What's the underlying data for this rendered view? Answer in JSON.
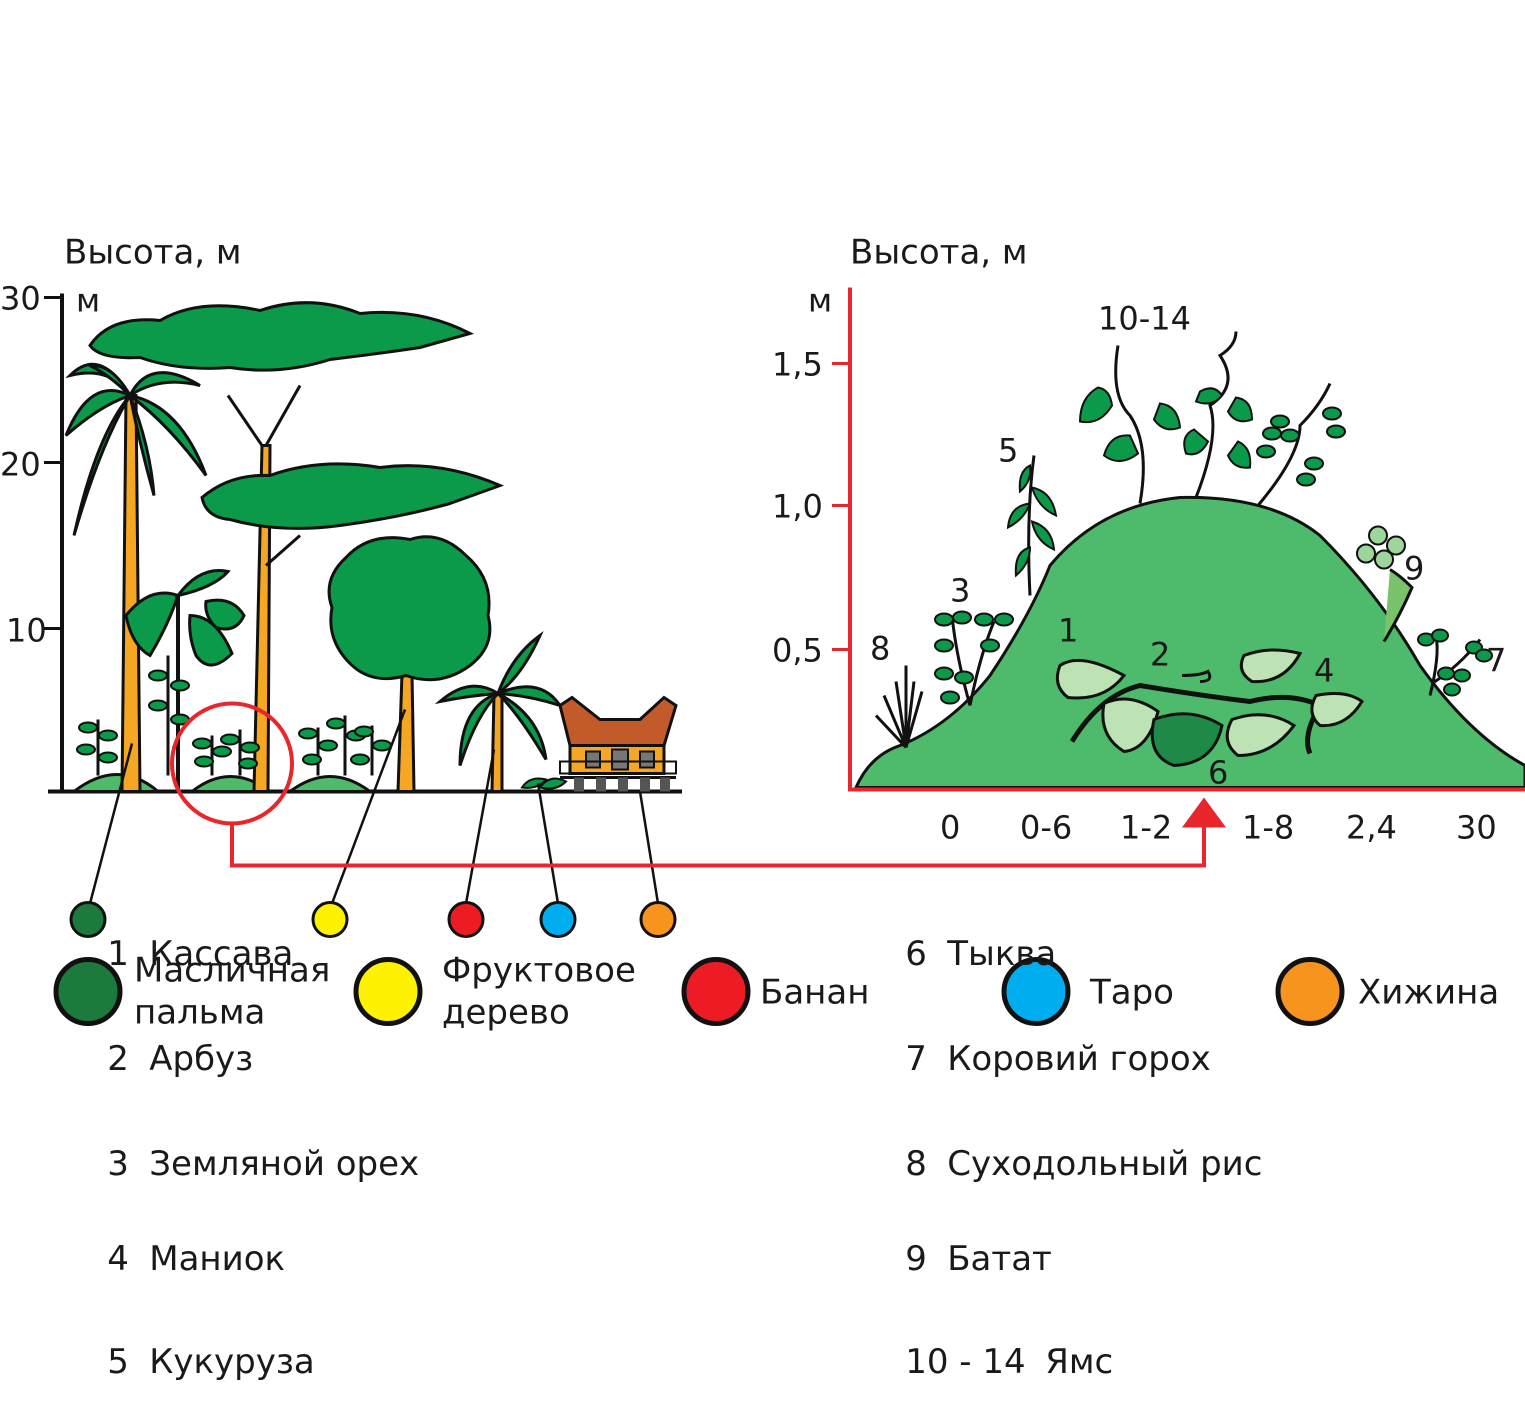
{
  "left_panel": {
    "axis_title": "Высота, м",
    "unit": "м",
    "ticks": [
      "30",
      "20",
      "10"
    ]
  },
  "right_panel": {
    "axis_title": "Высота, м",
    "unit": "м",
    "y_ticks": [
      "1,5",
      "1,0",
      "0,5"
    ],
    "x_ticks": [
      "0",
      "0-6",
      "1-2",
      "1-8",
      "2,4",
      "30"
    ],
    "plant_numbers": [
      "1",
      "2",
      "3",
      "4",
      "5",
      "6",
      "7",
      "8",
      "9",
      "10-14"
    ]
  },
  "legend": [
    {
      "label_line1": "Масличная",
      "label_line2": "пальма",
      "color": "#1b7a3c"
    },
    {
      "label_line1": "Фруктовое",
      "label_line2": "дерево",
      "color": "#fff200"
    },
    {
      "label_line1": "Банан",
      "label_line2": "",
      "color": "#ed1c24"
    },
    {
      "label_line1": "Таро",
      "label_line2": "",
      "color": "#00aeef"
    },
    {
      "label_line1": "Хижина",
      "label_line2": "",
      "color": "#f7941d"
    }
  ],
  "crops": [
    {
      "num": "1",
      "name": "Кассава"
    },
    {
      "num": "2",
      "name": "Арбуз"
    },
    {
      "num": "3",
      "name": "Земляной орех"
    },
    {
      "num": "4",
      "name": "Маниок"
    },
    {
      "num": "5",
      "name": "Кукуруза"
    },
    {
      "num": "6",
      "name": "Тыква"
    },
    {
      "num": "7",
      "name": "Коровий горох"
    },
    {
      "num": "8",
      "name": "Суходольный рис"
    },
    {
      "num": "9",
      "name": "Батат"
    },
    {
      "num": "10 - 14",
      "name": "Ямс"
    }
  ],
  "colors": {
    "accent_red": "#e8262b",
    "foliage": "#0a9a49",
    "mound": "#4dbb6b",
    "trunk": "#f5a623"
  }
}
